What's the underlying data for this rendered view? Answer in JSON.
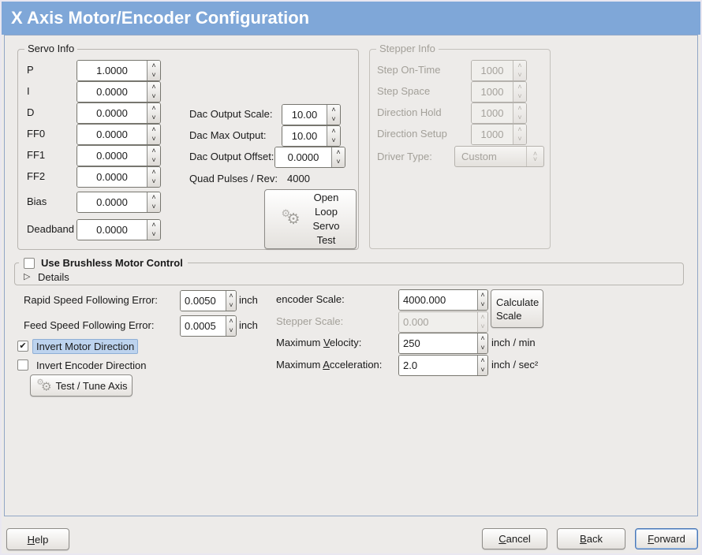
{
  "window": {
    "title": "X Axis Motor/Encoder Configuration"
  },
  "colors": {
    "titlebar": "#7fa7d8",
    "background": "#edebe9",
    "highlight": "#bdd3ee"
  },
  "servo_info": {
    "title": "Servo Info",
    "rows": [
      {
        "label": "P",
        "value": "1.0000"
      },
      {
        "label": "I",
        "value": "0.0000"
      },
      {
        "label": "D",
        "value": "0.0000"
      },
      {
        "label": "FF0",
        "value": "0.0000"
      },
      {
        "label": "FF1",
        "value": "0.0000"
      },
      {
        "label": "FF2",
        "value": "0.0000"
      },
      {
        "label": "Bias",
        "value": "0.0000"
      },
      {
        "label": "Deadband",
        "value": "0.0000"
      }
    ]
  },
  "dac": {
    "scale_label": "Dac Output Scale:",
    "scale_value": "10.00",
    "max_label": "Dac Max Output:",
    "max_value": "10.00",
    "offset_label": "Dac Output Offset:",
    "offset_value": "0.0000",
    "quad_label": "Quad Pulses / Rev:",
    "quad_value": "4000"
  },
  "open_loop_button": {
    "lines": [
      "Open",
      "Loop",
      "Servo",
      "Test"
    ]
  },
  "stepper_info": {
    "title": "Stepper Info",
    "rows": [
      {
        "label": "Step On-Time",
        "value": "1000"
      },
      {
        "label": "Step Space",
        "value": "1000"
      },
      {
        "label": "Direction Hold",
        "value": "1000"
      },
      {
        "label": "Direction Setup",
        "value": "1000"
      }
    ],
    "driver_type_label": "Driver Type:",
    "driver_type_value": "Custom"
  },
  "brushless": {
    "checkbox_label": "Use Brushless Motor Control",
    "checked": false,
    "details_label": "Details"
  },
  "following_error": {
    "rapid_label": "Rapid Speed Following Error:",
    "rapid_value": "0.0050",
    "rapid_unit": "inch",
    "feed_label": "Feed Speed Following Error:",
    "feed_value": "0.0005",
    "feed_unit": "inch"
  },
  "scales": {
    "encoder_label": "encoder Scale:",
    "encoder_value": "4000.000",
    "calculate_button": "Calculate Scale",
    "stepper_label": "Stepper Scale:",
    "stepper_value": "0.000",
    "velocity_label_pre": "Maximum ",
    "velocity_label_u": "V",
    "velocity_label_rest": "elocity:",
    "velocity_value": "250",
    "velocity_unit": "inch / min",
    "accel_label_pre": "Maximum ",
    "accel_label_u": "A",
    "accel_label_rest": "cceleration:",
    "accel_value": "2.0",
    "accel_unit": "inch / sec²"
  },
  "invert": {
    "motor_label": "Invert Motor Direction",
    "motor_checked": true,
    "encoder_label": "Invert Encoder Direction",
    "encoder_checked": false
  },
  "test_tune_button": {
    "label": "Test / Tune Axis"
  },
  "footer": {
    "help_u": "H",
    "help_rest": "elp",
    "cancel_u": "C",
    "cancel_rest": "ancel",
    "back_u": "B",
    "back_rest": "ack",
    "forward_u": "F",
    "forward_rest": "orward"
  }
}
